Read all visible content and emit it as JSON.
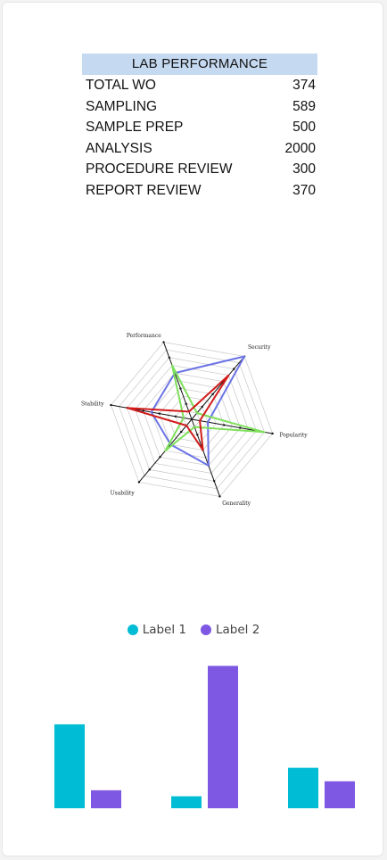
{
  "table": {
    "title": "LAB PERFORMANCE",
    "rows": [
      {
        "label": "TOTAL WO",
        "value": "374"
      },
      {
        "label": "SAMPLING",
        "value": "589"
      },
      {
        "label": "SAMPLE PREP",
        "value": "500"
      },
      {
        "label": "ANALYSIS",
        "value": "2000"
      },
      {
        "label": "PROCEDURE REVIEW",
        "value": "300"
      },
      {
        "label": "REPORT REVIEW",
        "value": "370"
      }
    ]
  },
  "chart_data": [
    {
      "type": "radar",
      "axes": [
        "Security",
        "Popularity",
        "Generality",
        "Usability",
        "Stability",
        "Performance"
      ],
      "max": 10,
      "rings": 10,
      "series": [
        {
          "color": "#6b73e6",
          "values": [
            10,
            2,
            6,
            4,
            5,
            6
          ]
        },
        {
          "color": "#7ee05a",
          "values": [
            1,
            9,
            1,
            5,
            1,
            7
          ]
        },
        {
          "color": "#d21b1b",
          "values": [
            7,
            1,
            4,
            1,
            8,
            1
          ]
        }
      ]
    },
    {
      "type": "bar",
      "categories": [
        "",
        "",
        ""
      ],
      "series": [
        {
          "name": "Label 1",
          "color": "#00bcd4",
          "values": [
            56,
            8,
            27
          ]
        },
        {
          "name": "Label 2",
          "color": "#7e57e2",
          "values": [
            12,
            95,
            18
          ]
        }
      ],
      "ylim": [
        0,
        100
      ]
    }
  ]
}
